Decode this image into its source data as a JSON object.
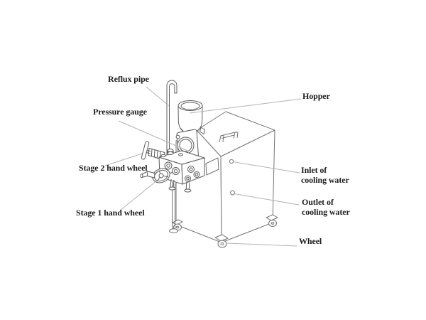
{
  "figure": {
    "labels": {
      "reflux_pipe": "Reflux pipe",
      "pressure_gauge": "Pressure gauge",
      "stage2_hand_wheel": "Stage 2 hand wheel",
      "stage1_hand_wheel": "Stage 1 hand wheel",
      "hopper": "Hopper",
      "inlet_cooling_water": "Inlet of\ncooling water",
      "outlet_cooling_water": "Outlet of\ncooling water",
      "wheel": "Wheel"
    },
    "colors": {
      "background": "#ffffff",
      "drawing_line": "#6f6f6f",
      "pump_detail_line": "#595959",
      "leader_line": "#b3b3b3",
      "label_text": "#1c1c1c"
    }
  }
}
